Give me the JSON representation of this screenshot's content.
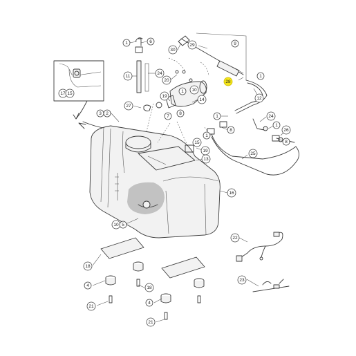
{
  "colors": {
    "highlight": "#f5e61a",
    "line": "#3a3a3a",
    "shade": "#9b9b9b",
    "background": "#ffffff"
  },
  "callouts": [
    {
      "id": "c1a",
      "label": "1"
    },
    {
      "id": "c6",
      "label": "6"
    },
    {
      "id": "c30",
      "label": "30"
    },
    {
      "id": "c29",
      "label": "29"
    },
    {
      "id": "c9",
      "label": "9"
    },
    {
      "id": "c11",
      "label": "11"
    },
    {
      "id": "c24a",
      "label": "24"
    },
    {
      "id": "c20",
      "label": "20"
    },
    {
      "id": "c1b",
      "label": "1"
    },
    {
      "id": "c10a",
      "label": "10"
    },
    {
      "id": "c28",
      "label": "28",
      "highlight": true
    },
    {
      "id": "c1c",
      "label": "1"
    },
    {
      "id": "c12",
      "label": "12"
    },
    {
      "id": "c17",
      "label": "17"
    },
    {
      "id": "c15a",
      "label": "15"
    },
    {
      "id": "c19",
      "label": "19"
    },
    {
      "id": "c14",
      "label": "14"
    },
    {
      "id": "c27",
      "label": "27"
    },
    {
      "id": "c3",
      "label": "3"
    },
    {
      "id": "c2",
      "label": "2"
    },
    {
      "id": "c7",
      "label": "7"
    },
    {
      "id": "c8a",
      "label": "8"
    },
    {
      "id": "c1d",
      "label": "1"
    },
    {
      "id": "c8b",
      "label": "8"
    },
    {
      "id": "c24b",
      "label": "24"
    },
    {
      "id": "c1e",
      "label": "1"
    },
    {
      "id": "c26",
      "label": "26"
    },
    {
      "id": "c8c",
      "label": "8"
    },
    {
      "id": "c1f",
      "label": "1"
    },
    {
      "id": "c15b",
      "label": "15"
    },
    {
      "id": "c19b",
      "label": "19"
    },
    {
      "id": "c25",
      "label": "25"
    },
    {
      "id": "c13",
      "label": "13"
    },
    {
      "id": "c16",
      "label": "16"
    },
    {
      "id": "c10b",
      "label": "10"
    },
    {
      "id": "c5",
      "label": "5"
    },
    {
      "id": "c22",
      "label": "22"
    },
    {
      "id": "c18a",
      "label": "18"
    },
    {
      "id": "c4a",
      "label": "4"
    },
    {
      "id": "c18b",
      "label": "18"
    },
    {
      "id": "c21a",
      "label": "21"
    },
    {
      "id": "c4b",
      "label": "4"
    },
    {
      "id": "c23",
      "label": "23"
    },
    {
      "id": "c21b",
      "label": "21"
    }
  ]
}
